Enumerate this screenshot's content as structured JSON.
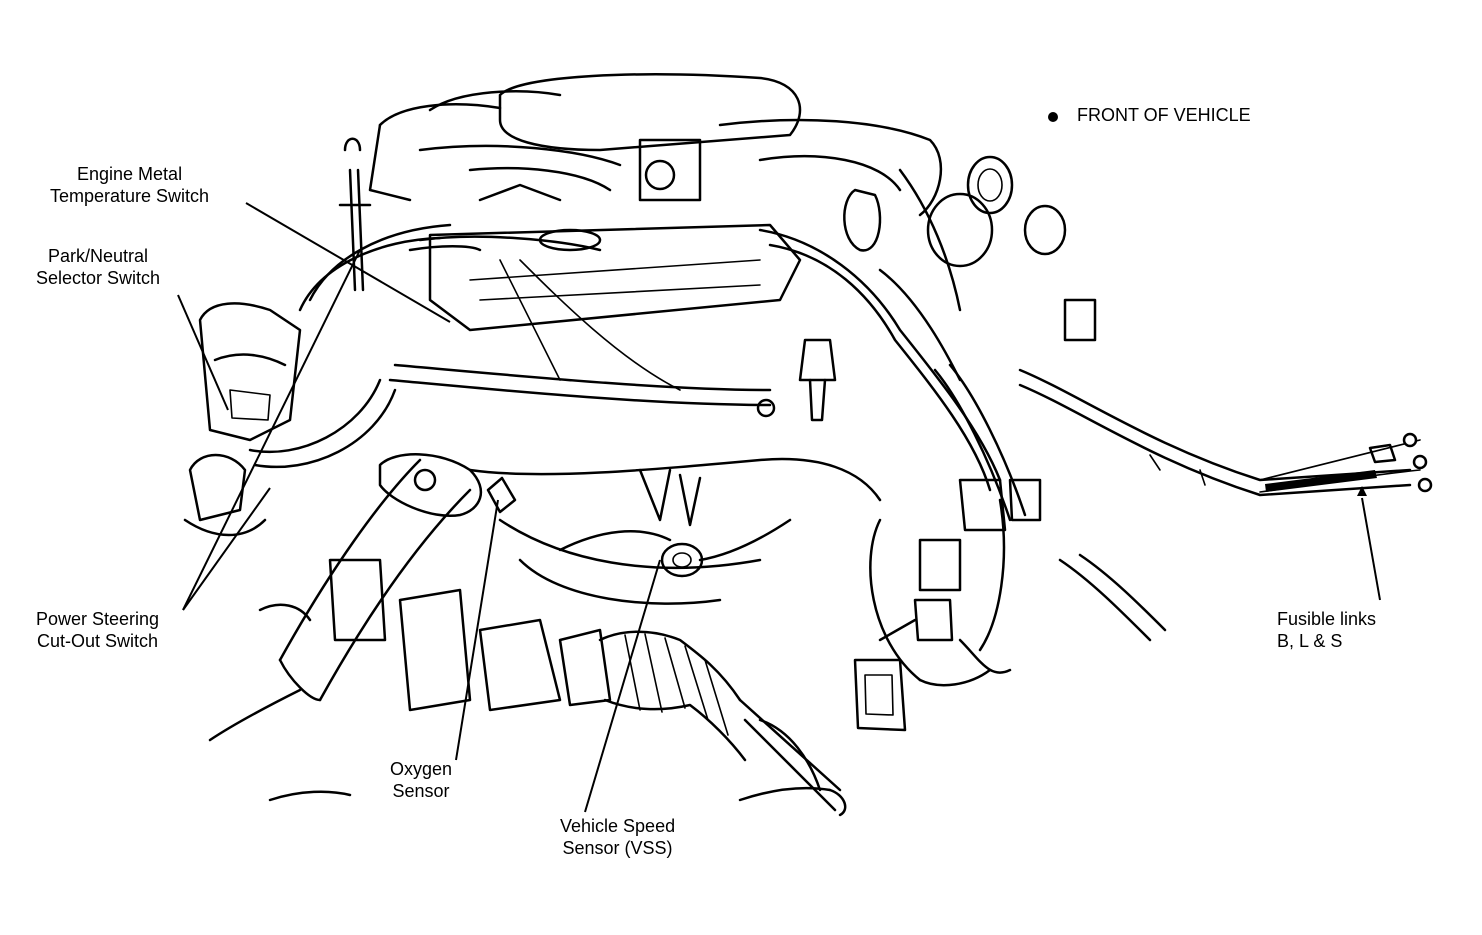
{
  "legend": {
    "front_of_vehicle": "FRONT OF VEHICLE"
  },
  "labels": {
    "engine_metal_temperature_switch": [
      "Engine Metal",
      "Temperature Switch"
    ],
    "park_neutral_selector_switch": [
      "Park/Neutral",
      "Selector Switch"
    ],
    "power_steering_cutout_switch": [
      "Power Steering",
      "Cut-Out Switch"
    ],
    "oxygen_sensor": [
      "Oxygen",
      "Sensor"
    ],
    "vehicle_speed_sensor": [
      "Vehicle Speed",
      "Sensor (VSS)"
    ],
    "fusible_links": [
      "Fusible links",
      "B, L & S"
    ]
  },
  "icons": {
    "legend_marker": "filled-dot-icon"
  },
  "colors": {
    "ink": "#000000",
    "paper": "#ffffff"
  }
}
